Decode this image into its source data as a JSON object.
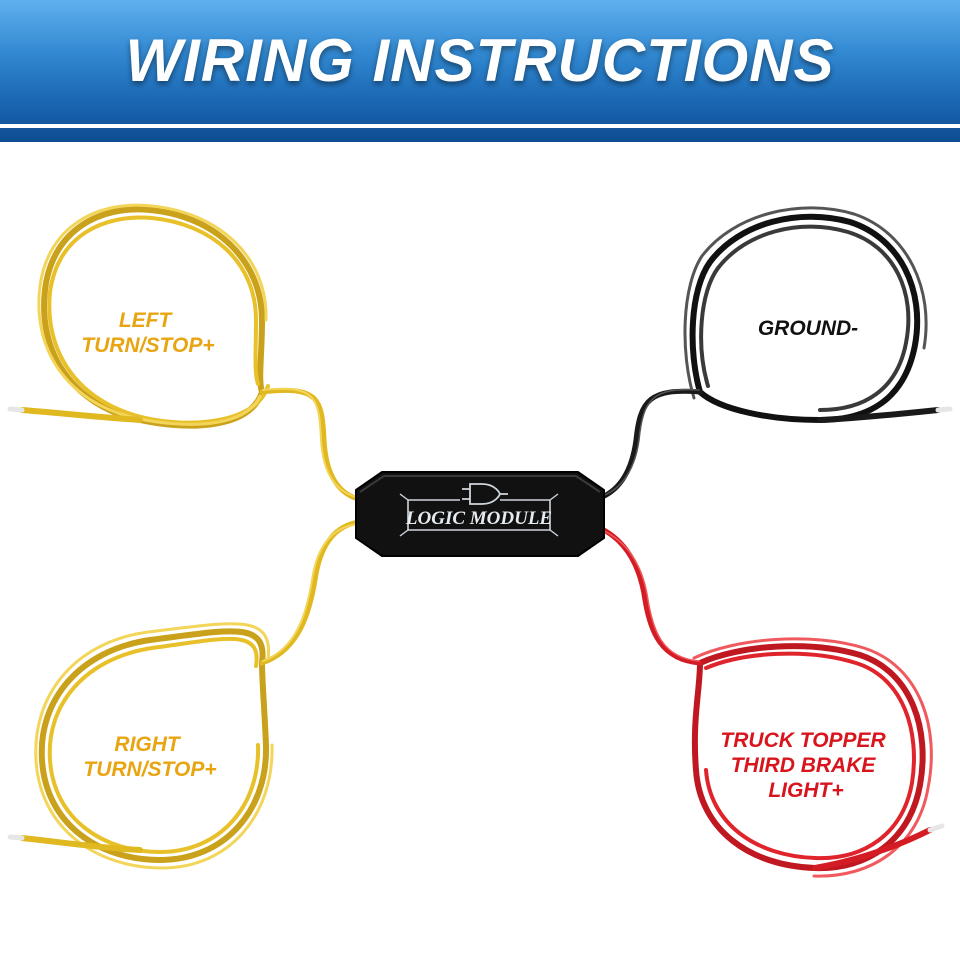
{
  "header": {
    "title": "WIRING INSTRUCTIONS"
  },
  "module": {
    "label": "LOGIC MODULE",
    "icon": "logic-gate-icon"
  },
  "wires": {
    "left_top": {
      "lines": [
        "LEFT",
        "TURN/STOP+"
      ],
      "wire_color": "#e8c12a",
      "label_color": "#e8a511"
    },
    "left_bottom": {
      "lines": [
        "RIGHT",
        "TURN/STOP+"
      ],
      "wire_color": "#e8c12a",
      "label_color": "#e8a511"
    },
    "right_top": {
      "lines": [
        "GROUND-"
      ],
      "wire_color": "#2b2b2b",
      "label_color": "#111111"
    },
    "right_bottom": {
      "lines": [
        "TRUCK TOPPER",
        "THIRD BRAKE",
        "LIGHT+"
      ],
      "wire_color": "#e0242c",
      "label_color": "#d8141c"
    }
  },
  "colors": {
    "header_top": "#5fb0ee",
    "header_bottom": "#0f4c90",
    "background": "#ffffff"
  }
}
